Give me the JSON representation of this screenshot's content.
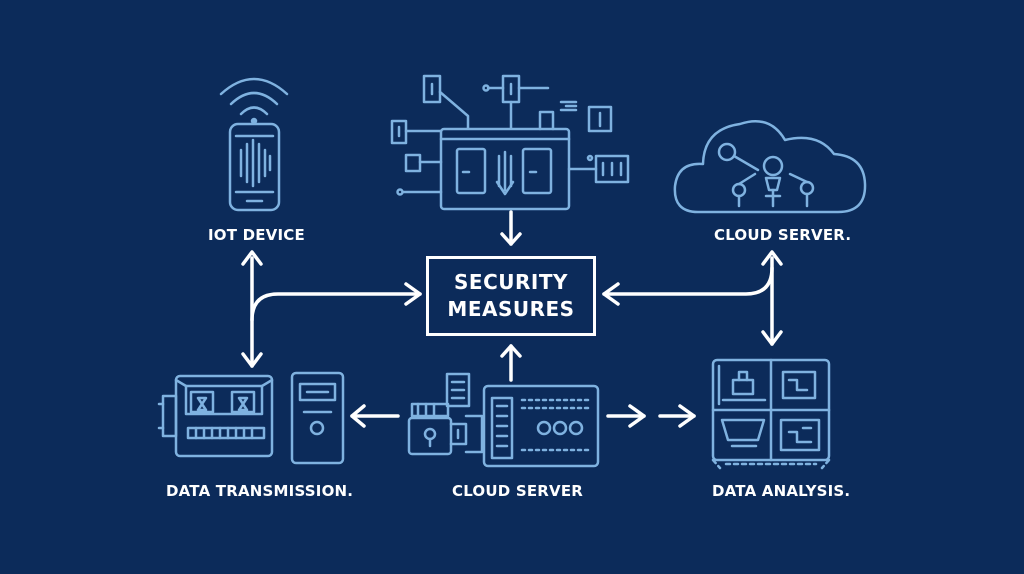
{
  "center": {
    "line1": "SECURITY",
    "line2": "MEASURES"
  },
  "labels": {
    "iot_device": "IOT DEVICE",
    "cloud_server_top": "CLOUD SERVER.",
    "data_transmission": "DATA TRANSMISSION.",
    "cloud_server_bottom": "CLOUD SERVER",
    "data_analysis": "DATA ANALYSIS."
  },
  "colors": {
    "background": "#0c2b5a",
    "icon_line": "#7fb2e0",
    "arrow": "#ffffff",
    "text": "#ffffff"
  },
  "icons": [
    "wifi-icon",
    "smartphone-icon",
    "circuit-board-icon",
    "cloud-network-icon",
    "hardware-module-icon",
    "server-tower-icon",
    "lock-module-icon",
    "server-rack-icon",
    "analytics-grid-icon"
  ]
}
